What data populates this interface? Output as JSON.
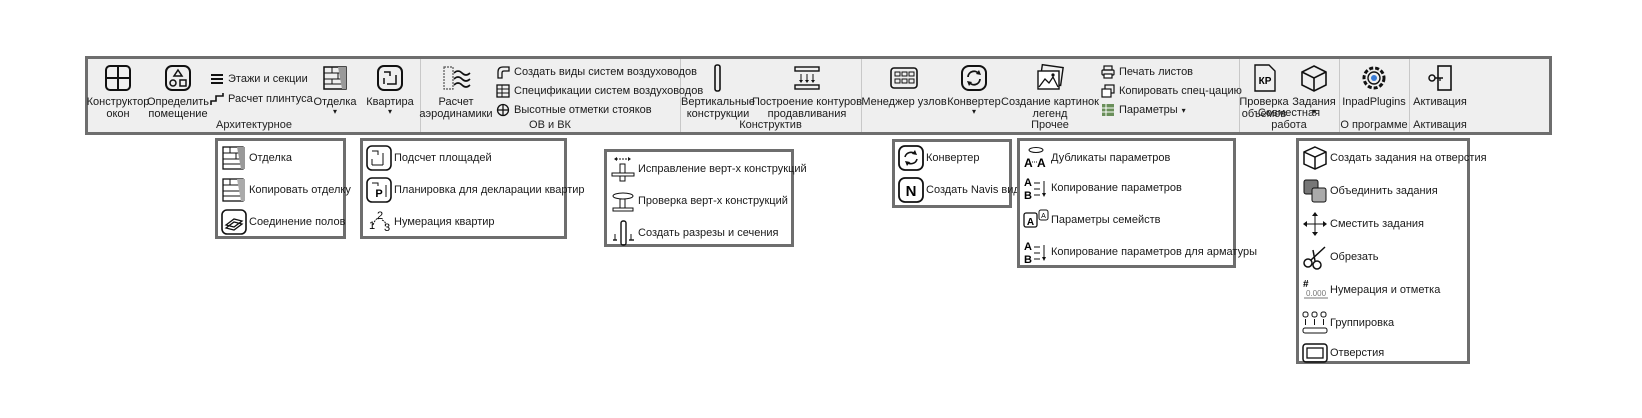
{
  "ribbon": {
    "panels": {
      "arch": {
        "title": "Архитектурное",
        "window_builder": [
          "Конструктор",
          "окон"
        ],
        "define_room": [
          "Определить",
          "помещение"
        ],
        "floors": "Этажи и секции",
        "plinth": "Расчет плинтуса",
        "finish": "Отделка",
        "apartment": "Квартира"
      },
      "hvac": {
        "title": "ОВ и ВК",
        "aero": [
          "Расчет",
          "аэродинамики"
        ],
        "duct_views": "Создать виды систем воздуховодов",
        "duct_specs": "Спецификации систем воздуховодов",
        "riser_marks": "Высотные отметки стояков"
      },
      "constr": {
        "title": "Конструктив",
        "vertical": [
          "Вертикальные",
          "конструкции"
        ],
        "punching": [
          "Построение контуров",
          "продавливания"
        ]
      },
      "other": {
        "title": "Прочее",
        "node_manager": "Менеджер узлов",
        "converter": "Конвертер",
        "legend_images": [
          "Создание картинок",
          "легенд"
        ],
        "print_sheets": "Печать листов",
        "copy_spec": "Копировать спец-цацию",
        "parameters": "Параметры"
      },
      "collab": {
        "title": "Совместная работа",
        "check_volumes": [
          "Проверка",
          "объемов"
        ],
        "tasks": "Задания"
      },
      "about": {
        "title": "О программе",
        "inpad": "InpadPlugins"
      },
      "activation": {
        "title": "Активация",
        "activation": "Активация"
      }
    }
  },
  "dropdowns": {
    "finish": [
      "Отделка",
      "Копировать отделку",
      "Соединение полов"
    ],
    "apartment": [
      "Подсчет площадей",
      "Планировка для декларации квартир",
      "Нумерация  квартир"
    ],
    "vertical": [
      "Исправление верт-х конструкций",
      "Проверка верт-х конструкций",
      "Создать разрезы и сечения"
    ],
    "converter": [
      "Конвертер",
      "Создать Navis вид"
    ],
    "parameters": [
      "Дубликаты параметров",
      "Копирование параметров",
      "Параметры семейств",
      "Копирование параметров для арматуры"
    ],
    "tasks": [
      "Создать задания на отверстия",
      "Объединить задания",
      "Сместить задания",
      "Обрезать",
      "Нумерация и отметка",
      "Группировка",
      "Отверстия"
    ]
  },
  "icon_text": {
    "kp": "КР",
    "navis": "N",
    "ab": [
      "A",
      "B"
    ],
    "level": "0.000",
    "hash": "#"
  }
}
